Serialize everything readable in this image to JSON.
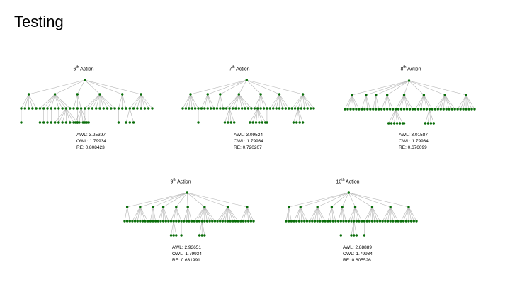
{
  "slide": {
    "title": "Testing"
  },
  "node_color": "#0a6e0a",
  "edge_color": "#b4b4b4",
  "trees": [
    {
      "num": "6",
      "sup": "th",
      "label": "Action",
      "awl": "AWL: 3.25397",
      "owl": "OWL: 1.79934",
      "re": "RE: 0.808423",
      "level1_children": [
        5,
        9,
        3,
        9,
        3,
        7
      ],
      "level3_groups": [
        [
          0,
          1
        ],
        [
          5,
          1
        ],
        [
          6,
          1
        ],
        [
          7,
          1
        ],
        [
          8,
          1
        ],
        [
          9,
          1
        ],
        [
          10,
          1
        ],
        [
          12,
          7
        ],
        [
          15,
          1
        ],
        [
          16,
          4
        ],
        [
          17,
          1
        ],
        [
          18,
          1
        ],
        [
          26,
          1
        ],
        [
          29,
          3
        ]
      ]
    },
    {
      "num": "7",
      "sup": "th",
      "label": "Action",
      "awl": "AWL: 3.09524",
      "owl": "OWL: 1.79934",
      "re": "RE: 0.720207",
      "level1_children": [
        6,
        5,
        3,
        9,
        5,
        7,
        8
      ],
      "level3_groups": [
        [
          5,
          1
        ],
        [
          15,
          4
        ],
        [
          24,
          6
        ],
        [
          27,
          1
        ],
        [
          37,
          4
        ]
      ]
    },
    {
      "num": "8",
      "sup": "th",
      "label": "Action",
      "awl": "AWL: 3.01587",
      "owl": "OWL: 1.79934",
      "re": "RE: 0.676099",
      "level1_children": [
        6,
        4,
        3,
        5,
        7,
        7,
        8,
        7
      ],
      "level3_groups": [
        [
          18,
          6
        ],
        [
          21,
          1
        ],
        [
          30,
          4
        ]
      ]
    },
    {
      "num": "9",
      "sup": "th",
      "label": "Action",
      "awl": "AWL: 2.93651",
      "owl": "OWL: 1.79934",
      "re": "RE: 0.631991",
      "level1_children": [
        3,
        7,
        3,
        5,
        5,
        4,
        9,
        9,
        6
      ],
      "level3_groups": [
        [
          19,
          3
        ],
        [
          22,
          1
        ],
        [
          30,
          3
        ]
      ]
    },
    {
      "num": "10",
      "sup": "th",
      "label": "Action",
      "awl": "AWL: 2.88889",
      "owl": "OWL: 1.79934",
      "re": "RE: 0.605526",
      "level1_children": [
        3,
        6,
        7,
        4,
        4,
        6,
        7,
        7,
        7
      ],
      "level3_groups": [
        [
          21,
          1
        ],
        [
          26,
          3
        ],
        [
          30,
          1
        ]
      ]
    }
  ]
}
